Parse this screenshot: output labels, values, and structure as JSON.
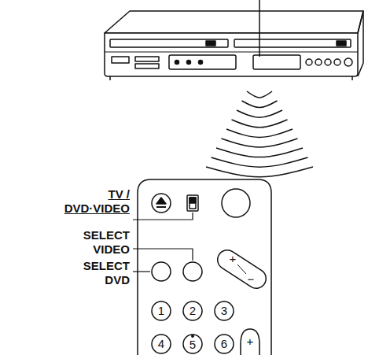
{
  "diagram": {
    "labels": [
      "TV / DVD·VIDEO",
      "SELECT VIDEO",
      "SELECT DVD",
      "+",
      "−",
      "1",
      "2",
      "3",
      "4",
      "5",
      "6",
      "+"
    ]
  }
}
